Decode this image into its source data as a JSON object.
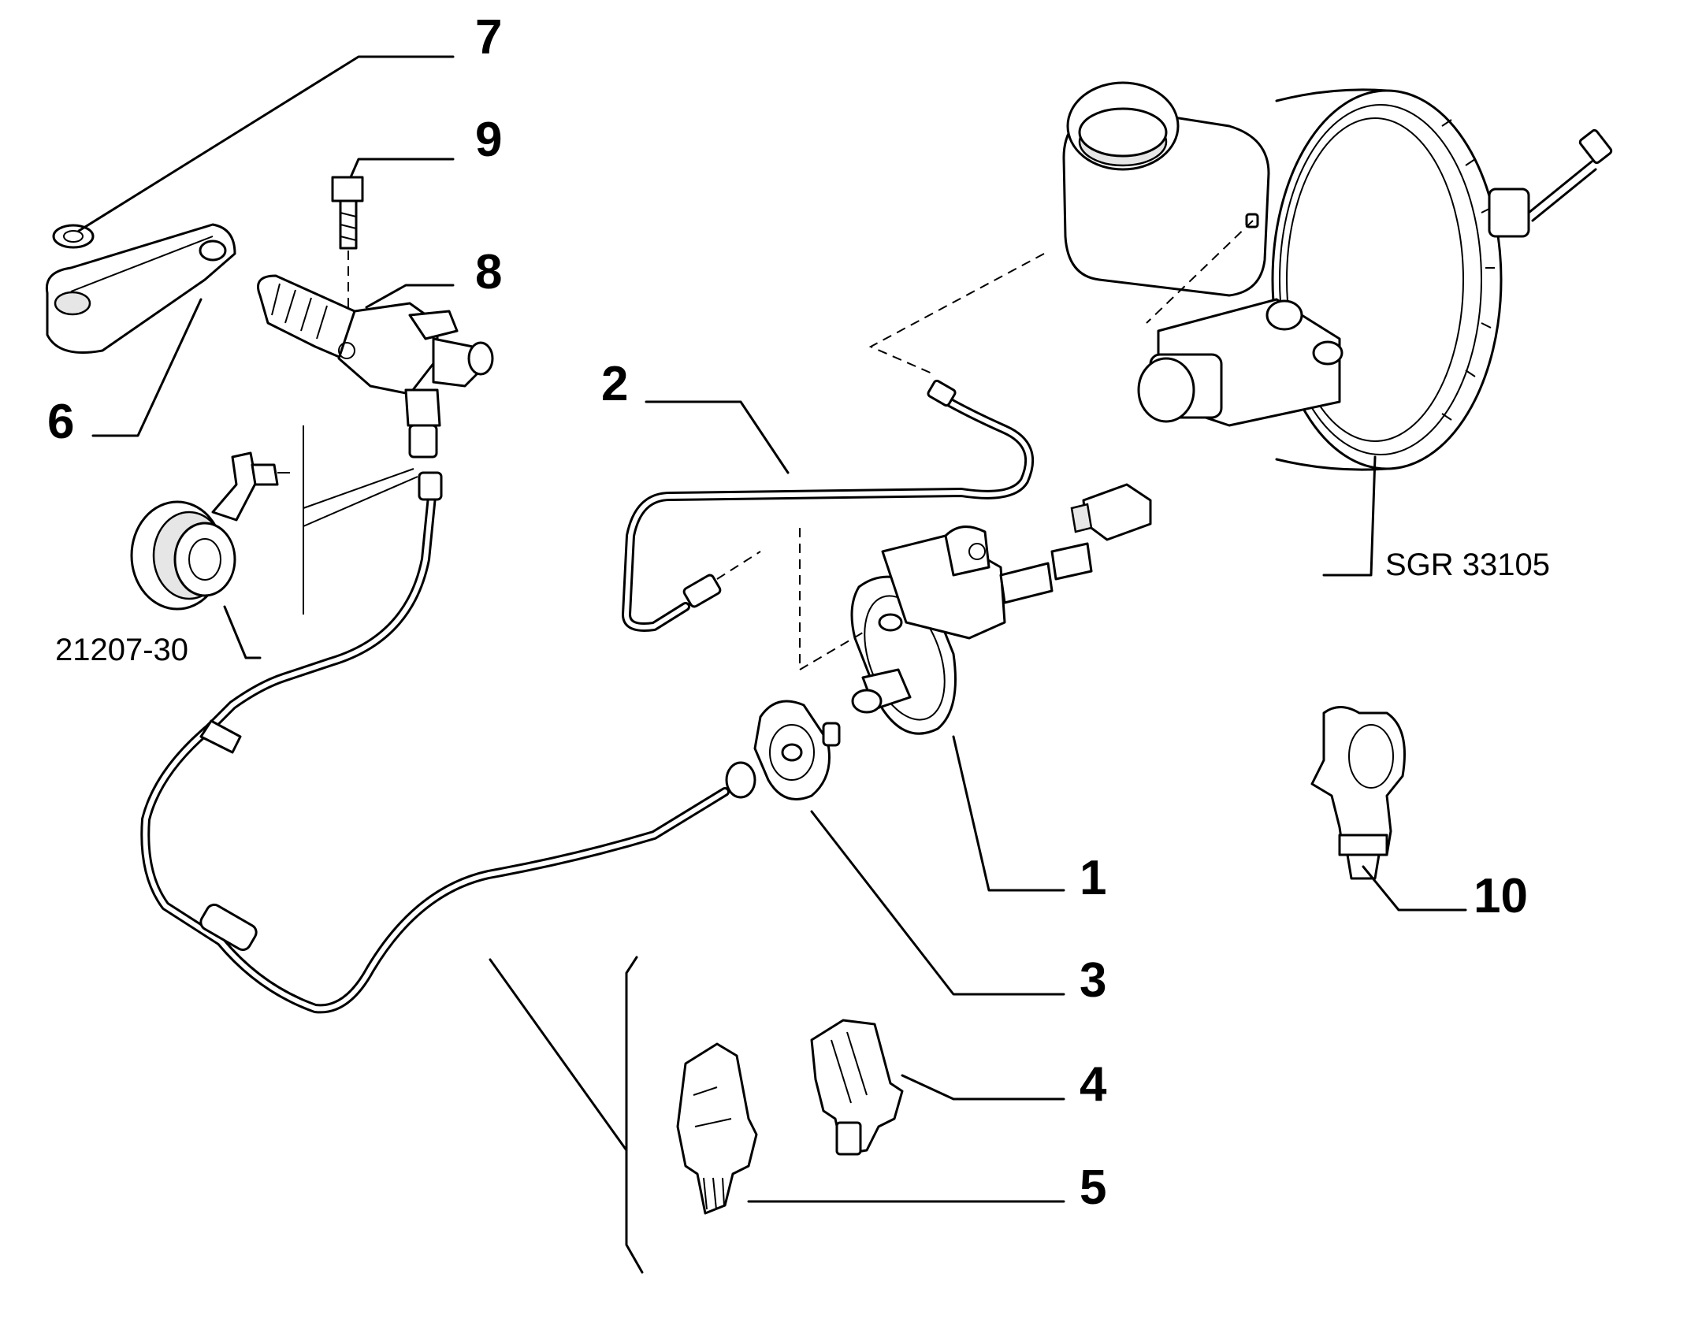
{
  "diagram": {
    "callouts": [
      {
        "id": "1",
        "label": "1"
      },
      {
        "id": "2",
        "label": "2"
      },
      {
        "id": "3",
        "label": "3"
      },
      {
        "id": "4",
        "label": "4"
      },
      {
        "id": "5",
        "label": "5"
      },
      {
        "id": "6",
        "label": "6"
      },
      {
        "id": "7",
        "label": "7"
      },
      {
        "id": "8",
        "label": "8"
      },
      {
        "id": "9",
        "label": "9"
      },
      {
        "id": "10",
        "label": "10"
      }
    ],
    "reference_group": "21207-30",
    "drawing_code": "SGR 33105"
  }
}
